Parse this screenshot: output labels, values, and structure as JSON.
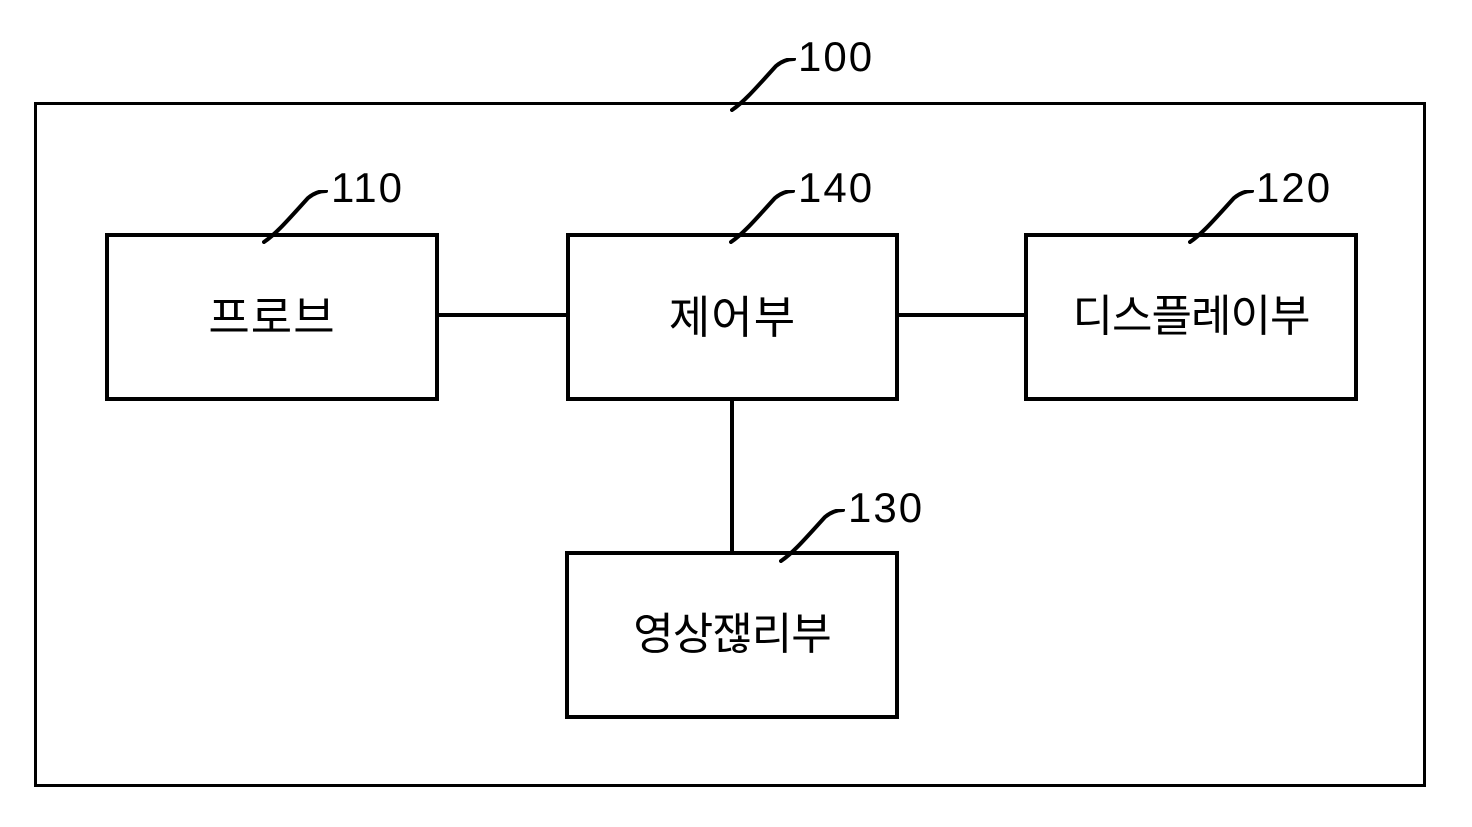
{
  "figure": {
    "type": "patent-block-diagram",
    "system": {
      "ref": "100",
      "name": "ultrasound-diagnostic-apparatus-enclosure"
    },
    "blocks": [
      {
        "ref": "110",
        "label": "프로브",
        "name": "probe-block"
      },
      {
        "ref": "140",
        "label": "제어부",
        "name": "control-unit-block"
      },
      {
        "ref": "120",
        "label": "디스플레이부",
        "name": "display-unit-block"
      },
      {
        "ref": "130",
        "label": "영상잲리부",
        "name": "image-processing-unit-block"
      }
    ],
    "connections": [
      {
        "from": "110",
        "to": "140",
        "orientation": "horizontal"
      },
      {
        "from": "140",
        "to": "120",
        "orientation": "horizontal"
      },
      {
        "from": "140",
        "to": "130",
        "orientation": "vertical"
      }
    ],
    "colors": {
      "stroke": "#000000",
      "background": "#ffffff"
    }
  }
}
